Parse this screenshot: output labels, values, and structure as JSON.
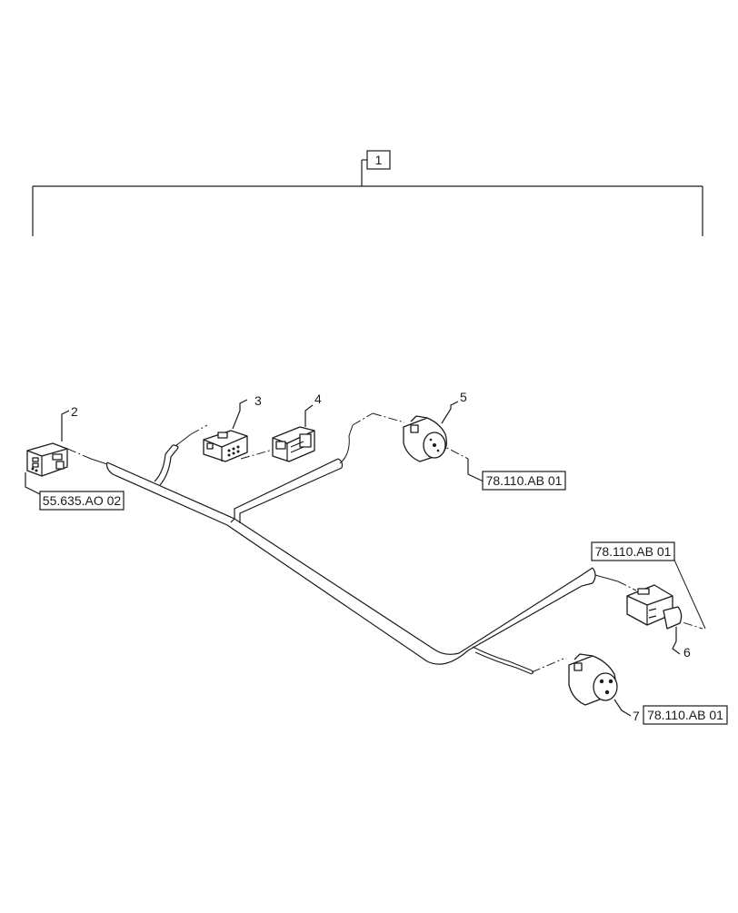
{
  "callouts": {
    "assembly": "1",
    "c2": "2",
    "c3": "3",
    "c4": "4",
    "c5": "5",
    "c6": "6",
    "c7": "7"
  },
  "references": {
    "ref_2": "55.635.AO 02",
    "ref_5": "78.110.AB 01",
    "ref_6": "78.110.AB 01",
    "ref_7": "78.110.AB 01"
  },
  "icons": [
    "connector-2-icon",
    "connector-3-icon",
    "connector-4-icon",
    "connector-5-icon",
    "connector-6-icon",
    "connector-7-icon"
  ]
}
